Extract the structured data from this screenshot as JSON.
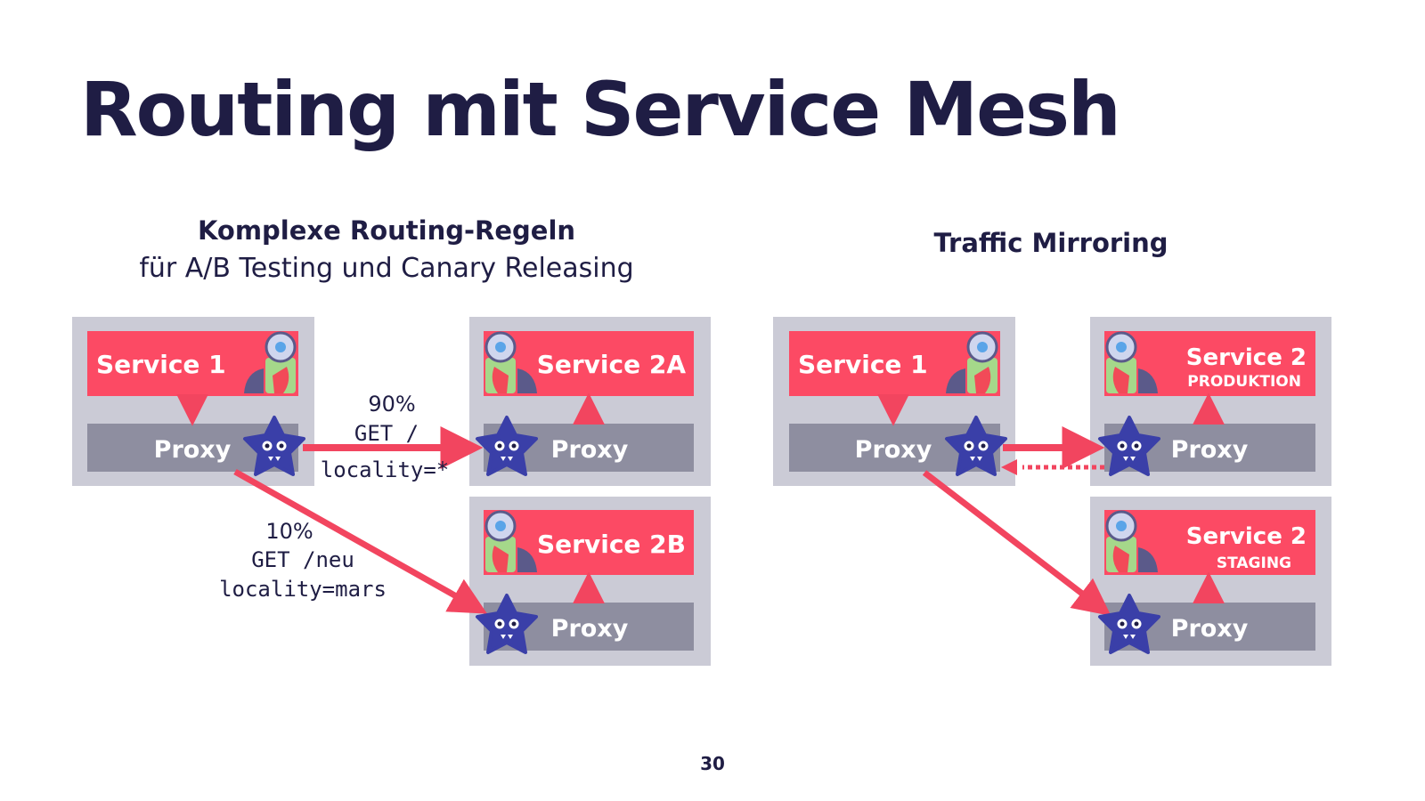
{
  "title": "Routing mit Service Mesh",
  "left": {
    "heading": "Komplexe Routing-Regeln",
    "subheading": "für A/B Testing und Canary Releasing",
    "service1": "Service 1",
    "service2a": "Service 2A",
    "service2b": "Service 2B",
    "proxy": "Proxy",
    "rule_a": {
      "percent": "90%",
      "path": "GET /",
      "header": "locality=*"
    },
    "rule_b": {
      "percent": "10%",
      "path": "GET /neu",
      "header": "locality=mars"
    }
  },
  "right": {
    "heading": "Traffic Mirroring",
    "service1": "Service 1",
    "service2": "Service 2",
    "env_prod": "PRODUKTION",
    "env_staging": "STAGING",
    "proxy": "Proxy"
  },
  "page_number": "30",
  "colors": {
    "navy": "#1f1d44",
    "service_red": "#fc4a64",
    "proxy_gray": "#8e8ea0",
    "panel_gray": "#cbcbd6",
    "arrow_red": "#f2455f",
    "star_blue": "#3a3fa8"
  }
}
